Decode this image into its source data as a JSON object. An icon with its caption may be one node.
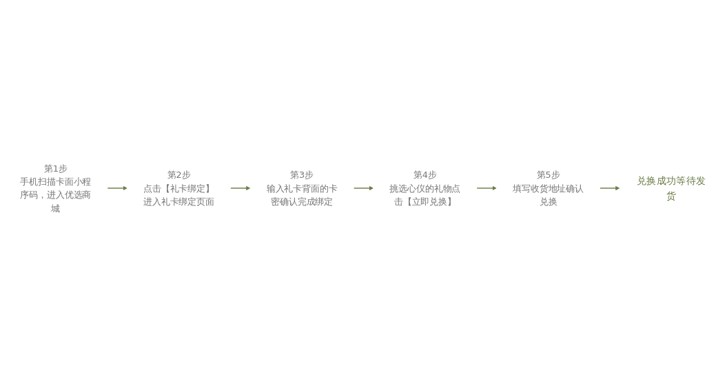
{
  "diagram": {
    "nodes": [
      {
        "text": [
          "第1步",
          "手机扫描卡面小程序码，进入优选商城"
        ]
      },
      {
        "text": [
          "第2步",
          "点击【礼卡绑定】进入礼卡绑定页面"
        ]
      },
      {
        "text": [
          "第3步",
          "输入礼卡背面的卡密确认完成绑定"
        ]
      },
      {
        "text": [
          "第4步",
          "挑选心仪的礼物点击【立即兑换】"
        ]
      },
      {
        "text": [
          "第5步",
          "填写收货地址确认兑换"
        ]
      },
      {
        "text": [
          "兑换成功等待发货"
        ]
      }
    ],
    "edges": [
      {
        "from": 0,
        "to": 1,
        "arrow": "to"
      },
      {
        "from": 1,
        "to": 2,
        "arrow": "to"
      },
      {
        "from": 2,
        "to": 3,
        "arrow": "to"
      },
      {
        "from": 3,
        "to": 4,
        "arrow": "to"
      },
      {
        "from": 4,
        "to": 5,
        "arrow": "to"
      }
    ]
  }
}
